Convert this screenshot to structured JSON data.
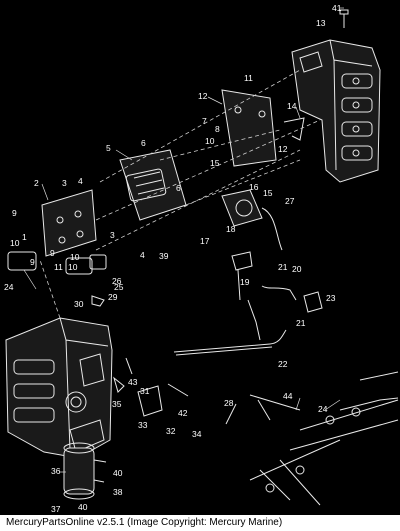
{
  "footer": {
    "caption": "MercuryPartsOnline v2.5.1 (Image Copyright: Mercury Marine)"
  },
  "callouts": [
    "41",
    "13",
    "11",
    "12",
    "14",
    "7",
    "10",
    "8",
    "12",
    "5",
    "6",
    "15",
    "2",
    "3",
    "4",
    "6",
    "16",
    "15",
    "27",
    "9",
    "10",
    "21",
    "9",
    "10",
    "4",
    "3",
    "39",
    "17",
    "18",
    "20",
    "1",
    "11",
    "10",
    "9",
    "26",
    "19",
    "24",
    "25",
    "30",
    "29",
    "23",
    "21",
    "22",
    "43",
    "31",
    "35",
    "42",
    "28",
    "44",
    "24",
    "33",
    "32",
    "34",
    "36",
    "40",
    "38",
    "37",
    "40"
  ],
  "colors": {
    "background": "#000000",
    "line": "#e8e8e8",
    "footer_bg": "#ffffff"
  }
}
